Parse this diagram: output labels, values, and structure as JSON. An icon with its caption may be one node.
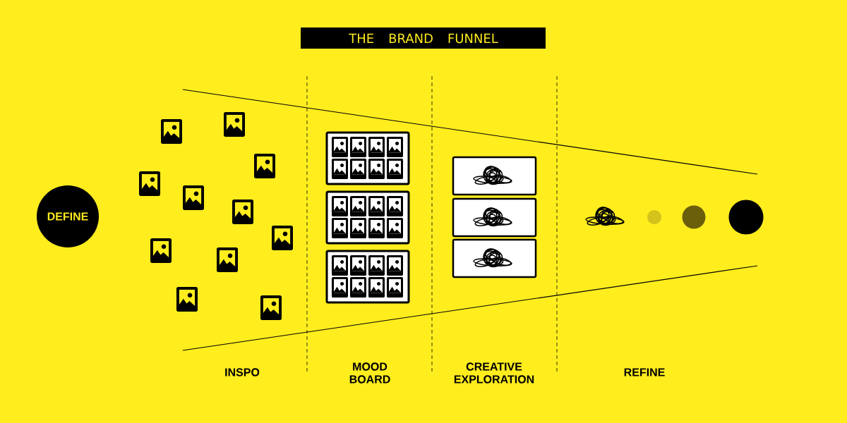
{
  "diagram": {
    "title": "THE BRAND FUNNEL",
    "nodes": [
      {
        "text": [
          "DEFINE"
        ]
      }
    ],
    "labels": [
      "INSPO",
      "MOOD BOARD",
      "CREATIVE EXPLORATION",
      "REFINE"
    ]
  }
}
